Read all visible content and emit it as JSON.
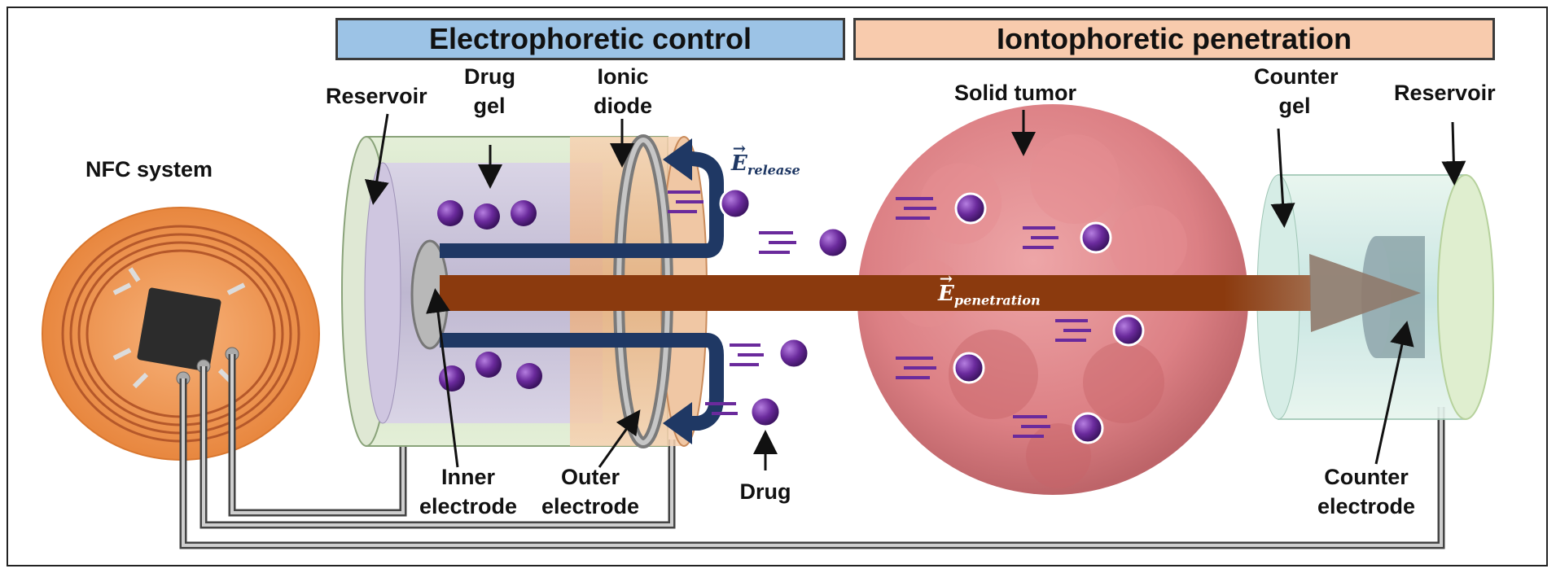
{
  "headers": {
    "left": "Electrophoretic control",
    "right": "Iontophoretic penetration"
  },
  "labels": {
    "nfc": "NFC system",
    "reservoir_left": "Reservoir",
    "drug_gel_1": "Drug",
    "drug_gel_2": "gel",
    "ionic_diode_1": "Ionic",
    "ionic_diode_2": "diode",
    "solid_tumor": "Solid tumor",
    "counter_gel_1": "Counter",
    "counter_gel_2": "gel",
    "reservoir_right": "Reservoir",
    "inner_electrode_1": "Inner",
    "inner_electrode_2": "electrode",
    "outer_electrode_1": "Outer",
    "outer_electrode_2": "electrode",
    "drug": "Drug",
    "counter_electrode_1": "Counter",
    "counter_electrode_2": "electrode"
  },
  "fields": {
    "release_symbol": "E",
    "release_subscript": "release",
    "penetration_symbol": "E",
    "penetration_subscript": "penetration"
  },
  "colors": {
    "left_header_fill": "#9cc3e6",
    "right_header_fill": "#f8cbad",
    "field_arrow": "#8b3a0e",
    "release_arrow": "#1f3864",
    "drug_particle": "#6a2a9c",
    "tumor": "#d9757a",
    "coil": "#e8873f"
  }
}
